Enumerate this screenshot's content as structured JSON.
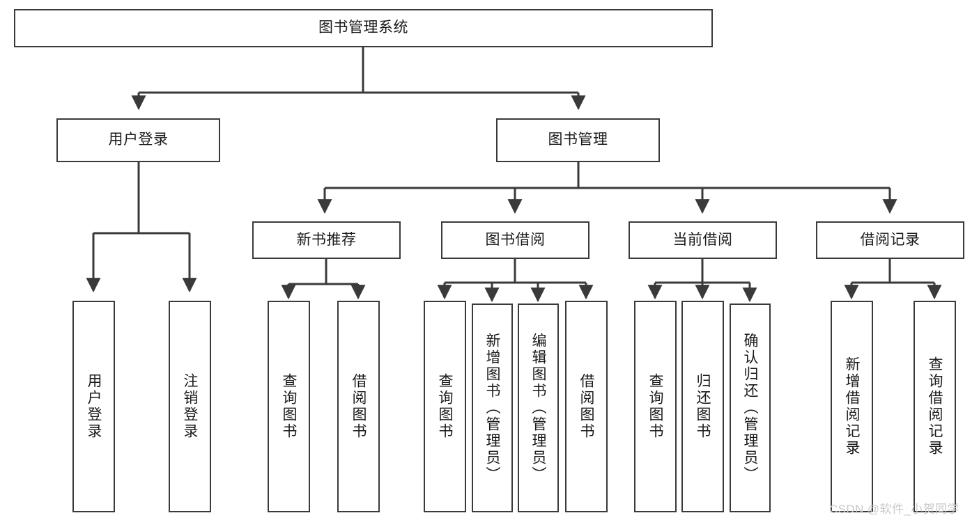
{
  "diagram": {
    "title": "图书管理系统",
    "type": "hierarchy-tree",
    "style": {
      "box_border": "#3a3a3a",
      "box_fill": "#ffffff",
      "connector": "#3a3a3a",
      "text": "#1a1a1a",
      "background": "#ffffff",
      "watermark_color": "#c9c9c9"
    },
    "levels": {
      "root": {
        "label": "图书管理系统"
      },
      "level2": [
        {
          "label": "用户登录"
        },
        {
          "label": "图书管理"
        }
      ],
      "level3": [
        {
          "label": "新书推荐"
        },
        {
          "label": "图书借阅"
        },
        {
          "label": "当前借阅"
        },
        {
          "label": "借阅记录"
        }
      ],
      "leaves_user_login": [
        {
          "label": "用户登录"
        },
        {
          "label": "注销登录"
        }
      ],
      "leaves_new_book": [
        {
          "label": "查询图书"
        },
        {
          "label": "借阅图书"
        }
      ],
      "leaves_borrow": [
        {
          "label": "查询图书"
        },
        {
          "label": "新增图书（管理员）"
        },
        {
          "label": "编辑图书（管理员）"
        },
        {
          "label": "借阅图书"
        }
      ],
      "leaves_current": [
        {
          "label": "查询图书"
        },
        {
          "label": "归还图书"
        },
        {
          "label": "确认归还（管理员）"
        }
      ],
      "leaves_record": [
        {
          "label": "新增借阅记录"
        },
        {
          "label": "查询借阅记录"
        }
      ]
    }
  },
  "watermark": {
    "text": "CSDN @软件_小贺同学"
  }
}
